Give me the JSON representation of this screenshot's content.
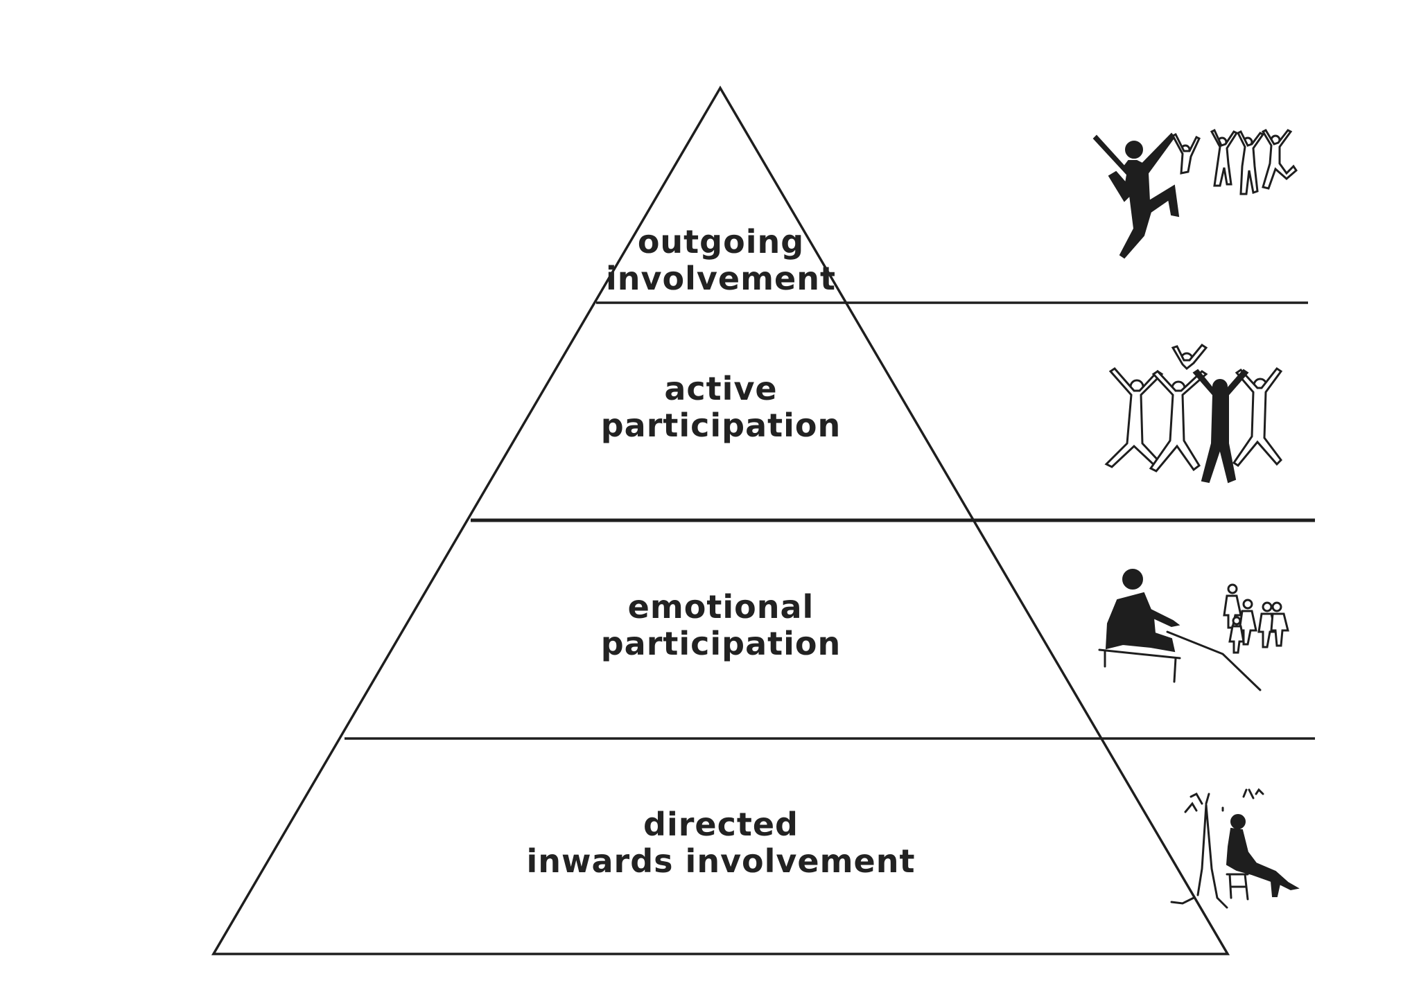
{
  "diagram": {
    "type": "pyramid",
    "levels": [
      {
        "line1": "outgoing",
        "line2": "involvement",
        "icon": "jumping-people-icon"
      },
      {
        "line1": "active",
        "line2": "participation",
        "icon": "cheering-group-icon"
      },
      {
        "line1": "emotional",
        "line2": "participation",
        "icon": "seated-spectator-icon"
      },
      {
        "line1": "directed",
        "line2": "inwards involvement",
        "icon": "person-resting-under-tree-icon"
      }
    ],
    "colors": {
      "line": "#1e1e1e",
      "text": "#222222",
      "background": "#ffffff"
    }
  }
}
